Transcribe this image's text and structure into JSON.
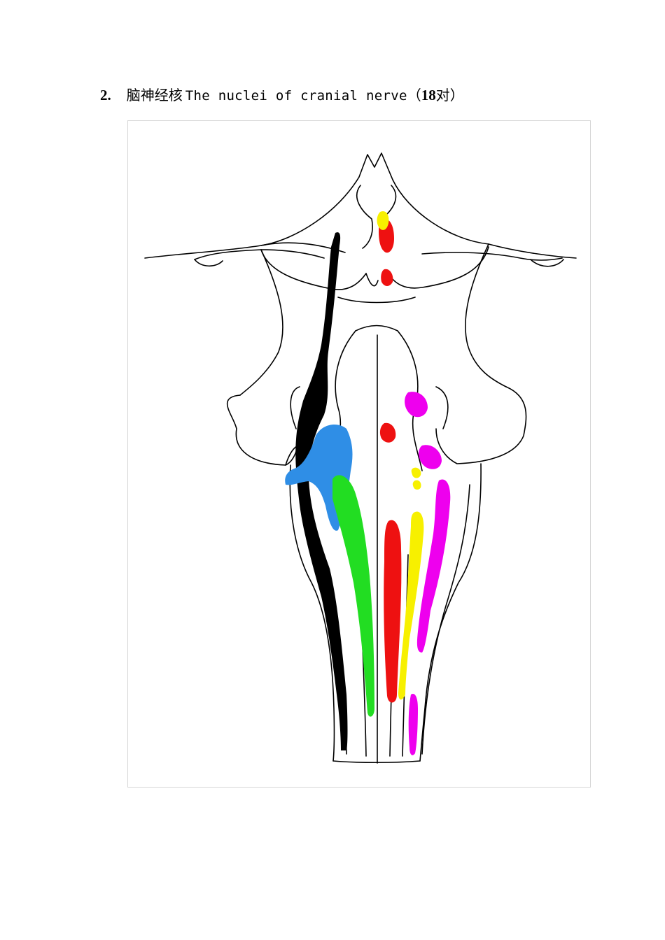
{
  "section": {
    "number": "2.",
    "title_zh": "脑神经核",
    "title_en": "The nuclei of cranial nerve",
    "open_paren": "（",
    "count": "18",
    "count_unit": "对",
    "close_paren": "）"
  },
  "figure": {
    "colors": {
      "outline": "#000000",
      "black_nucleus": "#000000",
      "blue_nucleus": "#2f8ee6",
      "green_nucleus": "#22dd22",
      "red_nucleus": "#ee1111",
      "yellow_nucleus": "#f7f000",
      "magenta_nucleus": "#ee00ee"
    }
  }
}
